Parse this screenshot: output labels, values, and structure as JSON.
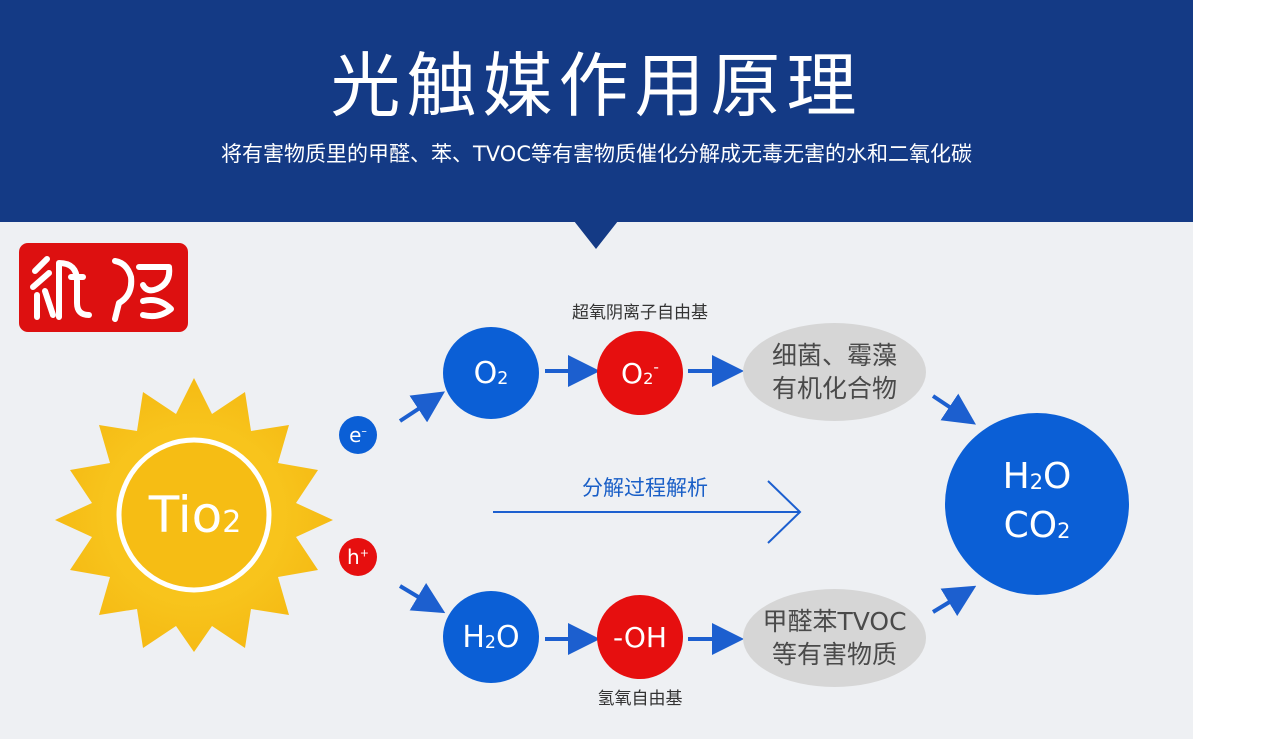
{
  "header": {
    "title": "光触媒作用原理",
    "subtitle": "将有害物质里的甲醛、苯、TVOC等有害物质催化分解成无毒无害的水和二氧化碳"
  },
  "catalyst": {
    "base": "Tio",
    "sub": "2"
  },
  "electron": {
    "base": "e",
    "sup": "–"
  },
  "hole": {
    "base": "h",
    "sup": "+"
  },
  "top_path": {
    "reactant": {
      "base": "O",
      "sub": "2"
    },
    "radical": {
      "base": "O",
      "sub": "2",
      "sup": "-"
    },
    "radical_name": "超氧阴离子自由基",
    "targets_line1": "细菌、霉藻",
    "targets_line2": "有机化合物"
  },
  "bottom_path": {
    "reactant": {
      "base": "H",
      "sub": "2",
      "tail": "O"
    },
    "radical": "-OH",
    "radical_name": "氢氧自由基",
    "targets_line1": "甲醛苯TVOC",
    "targets_line2": "等有害物质"
  },
  "products": {
    "water": {
      "base": "H",
      "sub": "2",
      "tail": "O"
    },
    "co2": {
      "base": "CO",
      "sub": "2"
    }
  },
  "process_label": "分解过程解析",
  "colors": {
    "header_navy": "#143a85",
    "node_blue": "#0b5fd6",
    "node_red": "#e60f0f",
    "node_grey": "#d6d6d6",
    "sun_yellow": "#f7c31a",
    "logo_red": "#dd1010"
  }
}
